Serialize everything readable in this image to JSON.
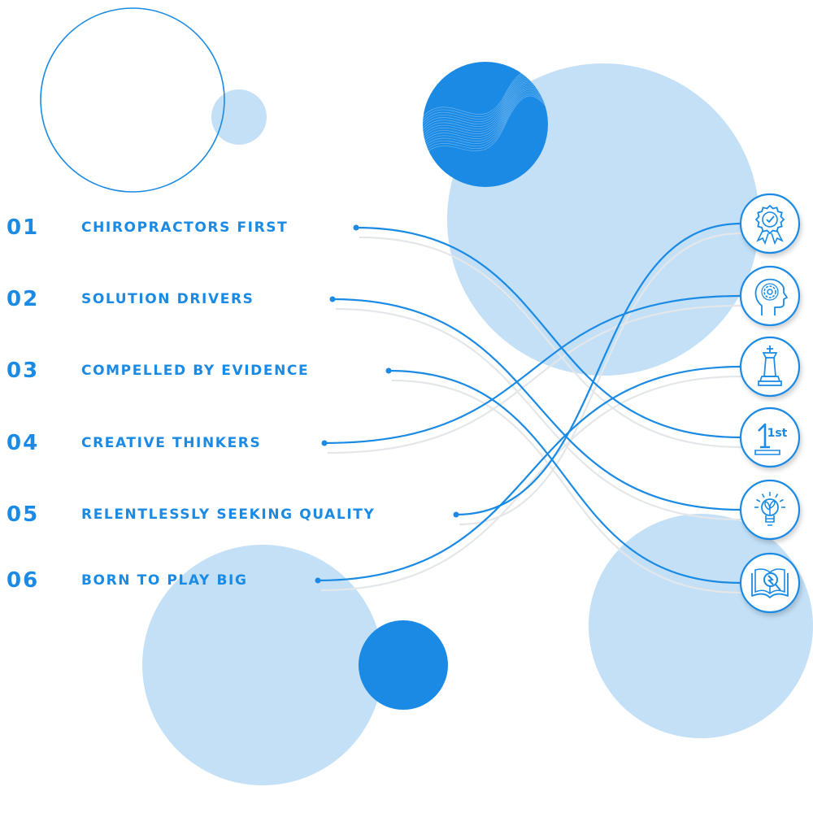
{
  "colors": {
    "primary": "#1a8ae4",
    "light": "#c3e0f7",
    "text": "#1a8ae4",
    "shadow": "#e4e7ea",
    "white": "#ffffff"
  },
  "values": [
    {
      "num": "01",
      "label": "CHIROPRACTORS FIRST"
    },
    {
      "num": "02",
      "label": "SOLUTION DRIVERS"
    },
    {
      "num": "03",
      "label": "COMPELLED BY EVIDENCE"
    },
    {
      "num": "04",
      "label": "CREATIVE THINKERS"
    },
    {
      "num": "05",
      "label": "RELENTLESSLY SEEKING QUALITY"
    },
    {
      "num": "06",
      "label": "BORN TO PLAY BIG"
    }
  ],
  "icons": [
    {
      "name": "award-badge-icon"
    },
    {
      "name": "head-gear-icon"
    },
    {
      "name": "chess-king-icon"
    },
    {
      "name": "first-place-icon",
      "text": "1st"
    },
    {
      "name": "lightbulb-plant-icon"
    },
    {
      "name": "book-magnifier-icon"
    }
  ],
  "links": [
    {
      "from": 1,
      "to": 4
    },
    {
      "from": 2,
      "to": 5
    },
    {
      "from": 3,
      "to": 6
    },
    {
      "from": 4,
      "to": 2
    },
    {
      "from": 5,
      "to": 1
    },
    {
      "from": 6,
      "to": 3
    }
  ]
}
